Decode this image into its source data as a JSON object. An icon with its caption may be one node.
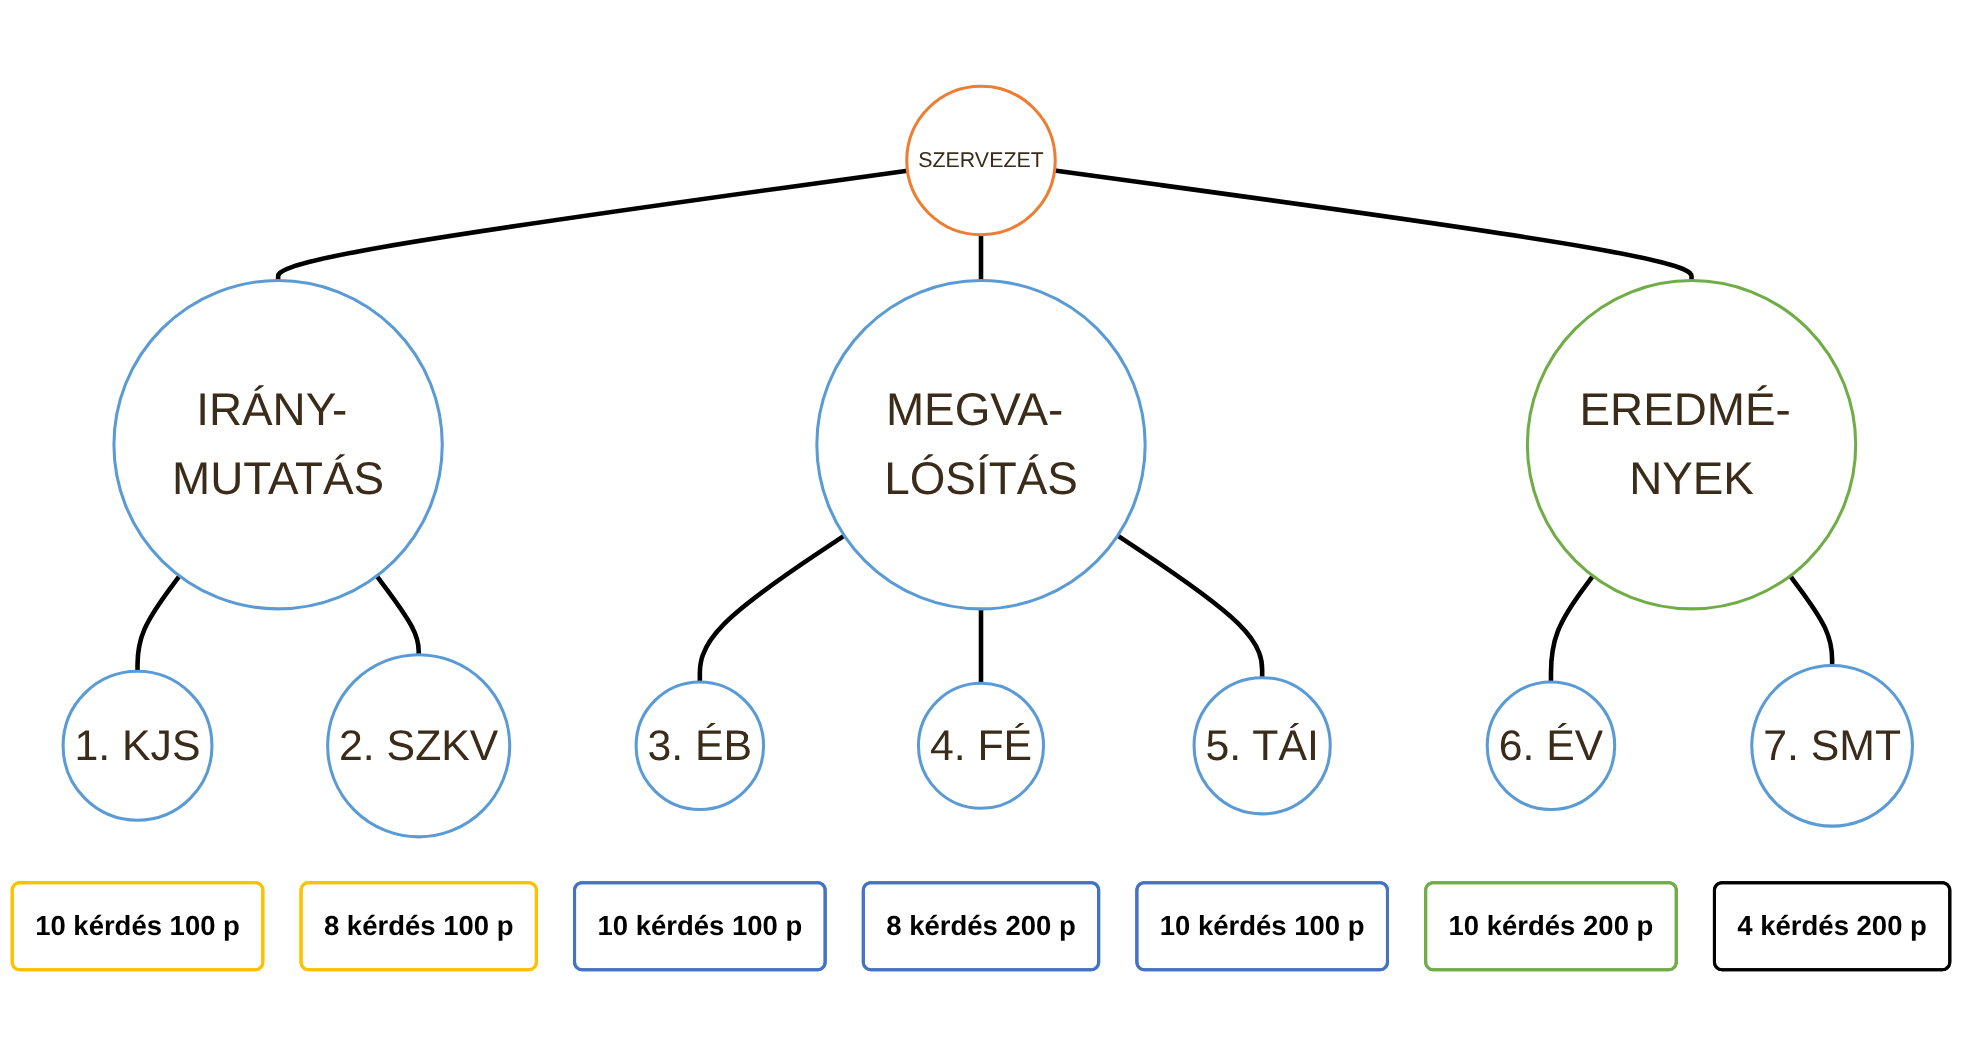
{
  "diagram": {
    "nodes": [
      {
        "text": [
          "SZERVEZET"
        ]
      },
      {
        "text": [
          "IRÁNY- MUTATÁS"
        ]
      },
      {
        "text": [
          "MEGVA- LÓSÍTÁS"
        ]
      },
      {
        "text": [
          "EREDMÉ- NYEK"
        ]
      },
      {
        "text": [
          "1. KJS"
        ]
      },
      {
        "text": [
          "2. SZKV"
        ]
      },
      {
        "text": [
          "3. ÉB"
        ]
      },
      {
        "text": [
          "4. FÉ"
        ]
      },
      {
        "text": [
          "5. TÁI"
        ]
      },
      {
        "text": [
          "6. ÉV"
        ]
      },
      {
        "text": [
          "7. SMT"
        ]
      },
      {
        "text": [
          "10 kérdés 100 p"
        ]
      },
      {
        "text": [
          "8 kérdés 100 p"
        ]
      },
      {
        "text": [
          "10 kérdés 100 p"
        ]
      },
      {
        "text": [
          "8 kérdés 200 p"
        ]
      },
      {
        "text": [
          "10 kérdés 100 p"
        ]
      },
      {
        "text": [
          "10 kérdés 200 p"
        ]
      },
      {
        "text": [
          "4 kérdés 200 p"
        ]
      }
    ],
    "edges": [
      {
        "from": 0,
        "to": 1,
        "arrow": "none"
      },
      {
        "from": 0,
        "to": 2,
        "arrow": "none"
      },
      {
        "from": 0,
        "to": 3,
        "arrow": "none"
      },
      {
        "from": 1,
        "to": 4,
        "arrow": "none"
      },
      {
        "from": 1,
        "to": 5,
        "arrow": "none"
      },
      {
        "from": 2,
        "to": 6,
        "arrow": "none"
      },
      {
        "from": 2,
        "to": 7,
        "arrow": "none"
      },
      {
        "from": 2,
        "to": 8,
        "arrow": "none"
      },
      {
        "from": 3,
        "to": 9,
        "arrow": "none"
      },
      {
        "from": 3,
        "to": 10,
        "arrow": "none"
      }
    ]
  }
}
